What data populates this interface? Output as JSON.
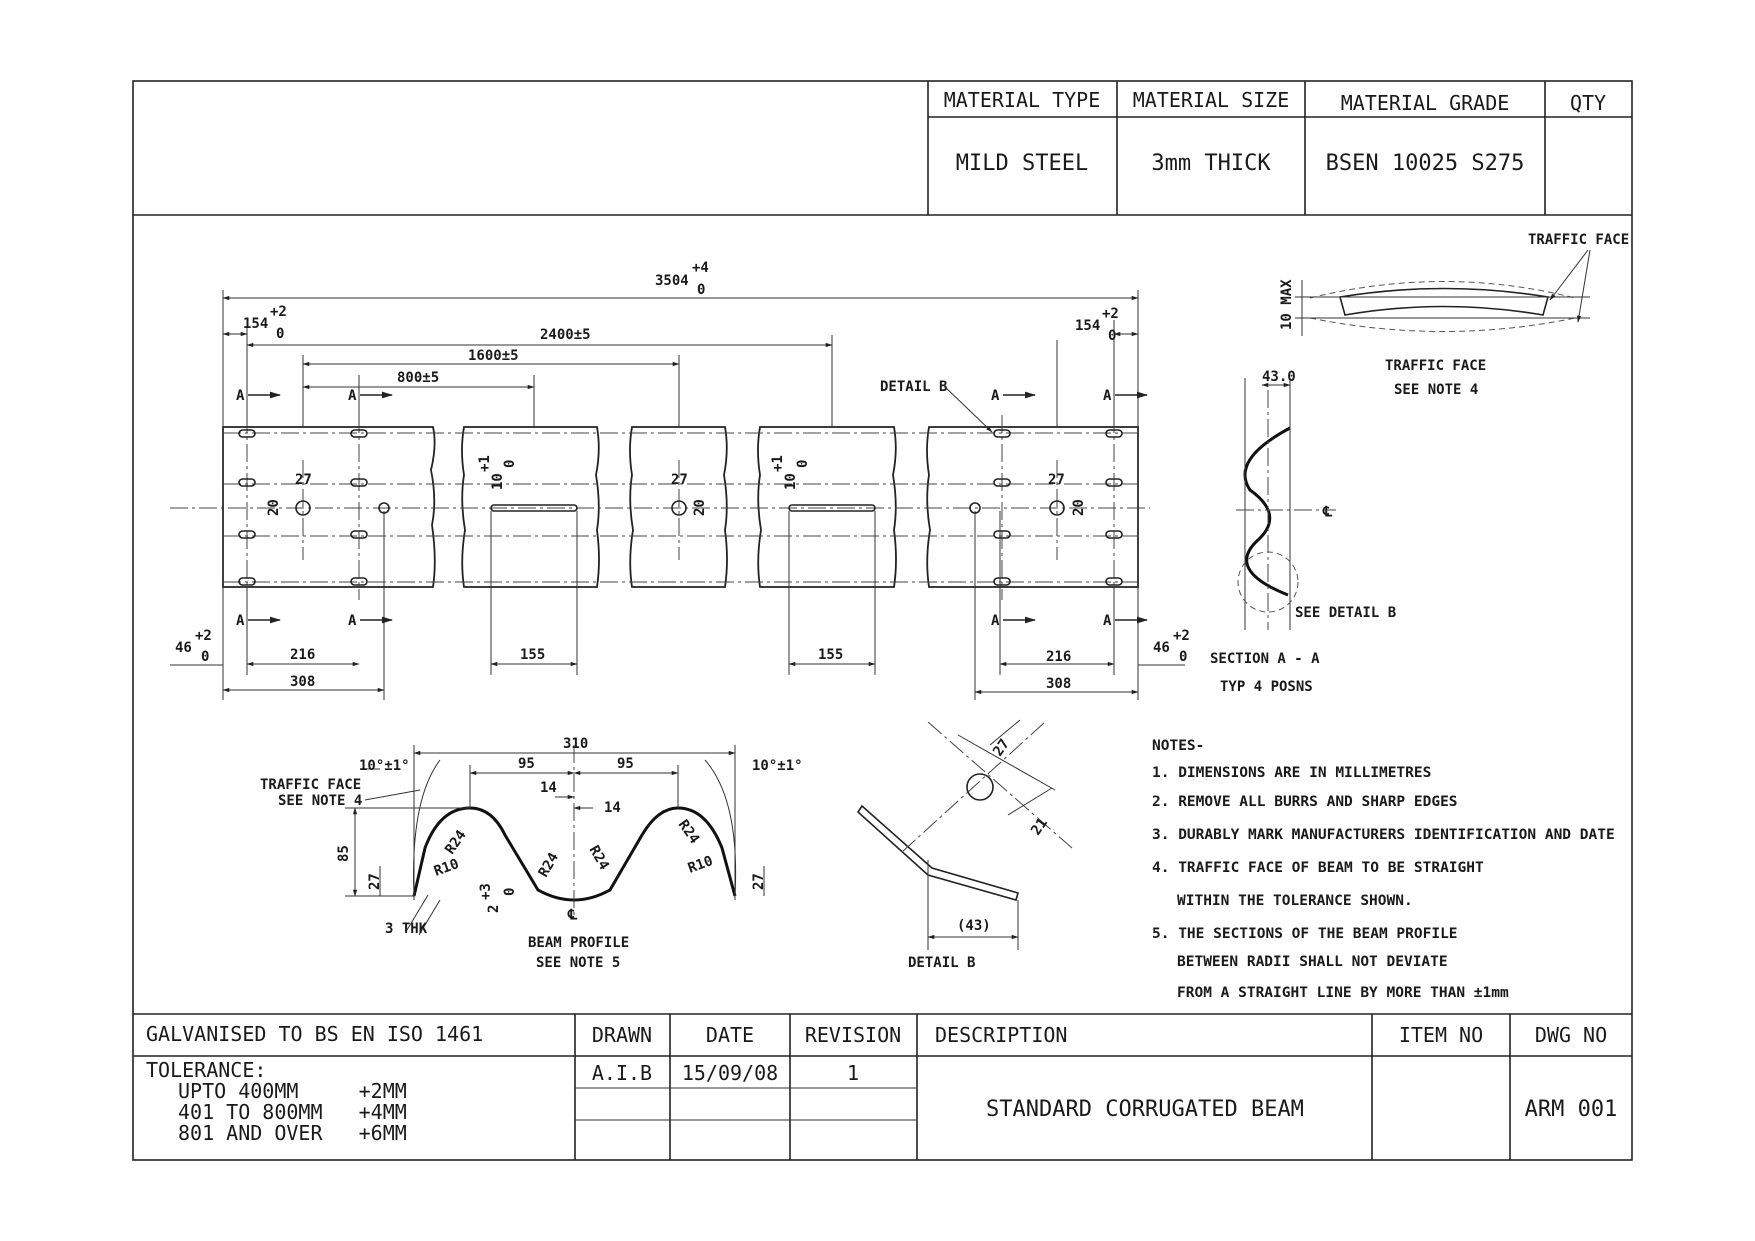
{
  "header": {
    "material_type_label": "MATERIAL TYPE",
    "material_type_value": "MILD STEEL",
    "material_size_label": "MATERIAL SIZE",
    "material_size_value": "3mm THICK",
    "material_grade_label": "MATERIAL GRADE",
    "material_grade_value": "BSEN 10025 S275",
    "qty_label": "QTY"
  },
  "plan": {
    "overall": "3504",
    "overall_tol_top": "+4",
    "overall_tol_bot": "0",
    "end_left": "154",
    "end_left_tol_top": "+2",
    "end_left_tol_bot": "0",
    "end_right": "154",
    "end_right_tol_top": "+2",
    "end_right_tol_bot": "0",
    "d2400": "2400±5",
    "d1600": "1600±5",
    "d800": "800±5",
    "detail_b": "DETAIL B",
    "section_mark": "A",
    "d27": "27",
    "d20": "20",
    "slot_width": "10",
    "slot_tol_top": "+1",
    "slot_tol_bot": "0",
    "edge": "46",
    "edge_tol_top": "+2",
    "edge_tol_bot": "0",
    "d216": "216",
    "d308": "308",
    "d155": "155"
  },
  "section": {
    "deflection": "10 MAX",
    "traffic_face": "TRAFFIC FACE",
    "traffic_face_note": "TRAFFIC FACE",
    "see_note_4": "SEE NOTE 4",
    "depth": "43.0",
    "centerline": "℄",
    "see_detail_b": "SEE DETAIL B",
    "section_title": "SECTION A - A",
    "section_sub": "TYP 4 POSNS"
  },
  "profile": {
    "width": "310",
    "half_left": "95",
    "half_right": "95",
    "angle_left": "10°±1°",
    "angle_right": "10°±1°",
    "traffic_face": "TRAFFIC FACE",
    "see_note": "SEE NOTE 4",
    "w14a": "14",
    "w14b": "14",
    "height": "85",
    "r24": "R24",
    "r10": "R10",
    "flange": "27",
    "offset": "2",
    "offset_tol_top": "+3",
    "offset_tol_bot": "0",
    "thk": "3 THK",
    "title": "BEAM PROFILE",
    "sub": "SEE NOTE 5"
  },
  "detail": {
    "d27": "27",
    "d21": "21",
    "d43": "(43)",
    "title": "DETAIL B"
  },
  "notes": {
    "heading": "NOTES-",
    "n1": "1. DIMENSIONS ARE IN MILLIMETRES",
    "n2": "2. REMOVE ALL BURRS AND SHARP EDGES",
    "n3": "3. DURABLY MARK MANUFACTURERS IDENTIFICATION AND DATE",
    "n4a": "4. TRAFFIC FACE OF BEAM TO BE STRAIGHT",
    "n4b": "WITHIN THE TOLERANCE SHOWN.",
    "n5a": "5. THE SECTIONS OF THE BEAM PROFILE",
    "n5b": "BETWEEN RADII SHALL NOT DEVIATE",
    "n5c": "FROM A STRAIGHT LINE BY MORE THAN ±1mm"
  },
  "titleblock": {
    "galvanised": "GALVANISED TO BS EN ISO 1461",
    "tolerance_label": "TOLERANCE:",
    "tol1": "UPTO 400MM     +2MM",
    "tol2": "401 TO 800MM   +4MM",
    "tol3": "801 AND OVER   +6MM",
    "drawn_label": "DRAWN",
    "drawn_value": "A.I.B",
    "date_label": "DATE",
    "date_value": "15/09/08",
    "revision_label": "REVISION",
    "revision_value": "1",
    "description_label": "DESCRIPTION",
    "description_value": "STANDARD CORRUGATED BEAM",
    "item_no_label": "ITEM NO",
    "dwg_no_label": "DWG NO",
    "dwg_no_value": "ARM 001"
  }
}
